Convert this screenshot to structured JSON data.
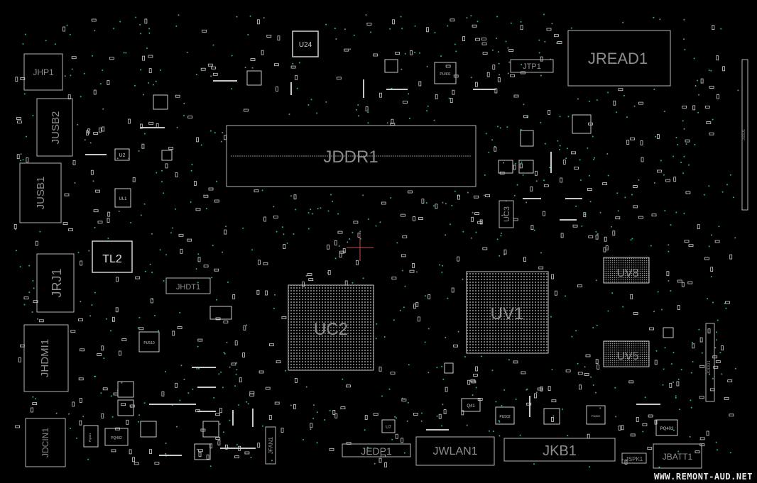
{
  "colors": {
    "background": "#000000",
    "outline": "#b4b4b4",
    "label": "#8c8c8c",
    "pad": "#d0d0d0",
    "via": "#3aa6a0",
    "bga_dot": "#9a9a9a",
    "crosshair": "#c0504d"
  },
  "labels": {
    "jhp1": "JHP1",
    "jusb2": "JUSB2",
    "jusb1": "JUSB1",
    "jrj1": "JRJ1",
    "jhdmi1": "JHDMI1",
    "jdcin1": "JDCIN1",
    "tl2": "TL2",
    "jhdt1": "JHDT1",
    "u24": "U24",
    "jddr1": "JDDR1",
    "jtp1": "JTP1",
    "jread1": "JREAD1",
    "uc3": "UC3",
    "uc2": "UC2",
    "uv1": "UV1",
    "uv8": "UV8",
    "uv5": "UV5",
    "jedp1": "JEDP1",
    "jwlan1": "JWLAN1",
    "jkb1": "JKB1",
    "jspk1": "JSPK1",
    "jbatt1": "JBATT1",
    "jfan1": "JFAN1",
    "jodd1": "JODD1",
    "jssd1": "JSSD1",
    "pu401": "PU401",
    "pu502": "PU502",
    "pu510": "PU510",
    "pu602": "PU602",
    "pq403": "PQ403",
    "pq402": "PQ402",
    "pq401": "PQ401",
    "q41": "Q41",
    "ul1": "UL1",
    "u2": "U2",
    "u7": "U7"
  },
  "watermark": "WWW.REMONT-AUD.NET"
}
